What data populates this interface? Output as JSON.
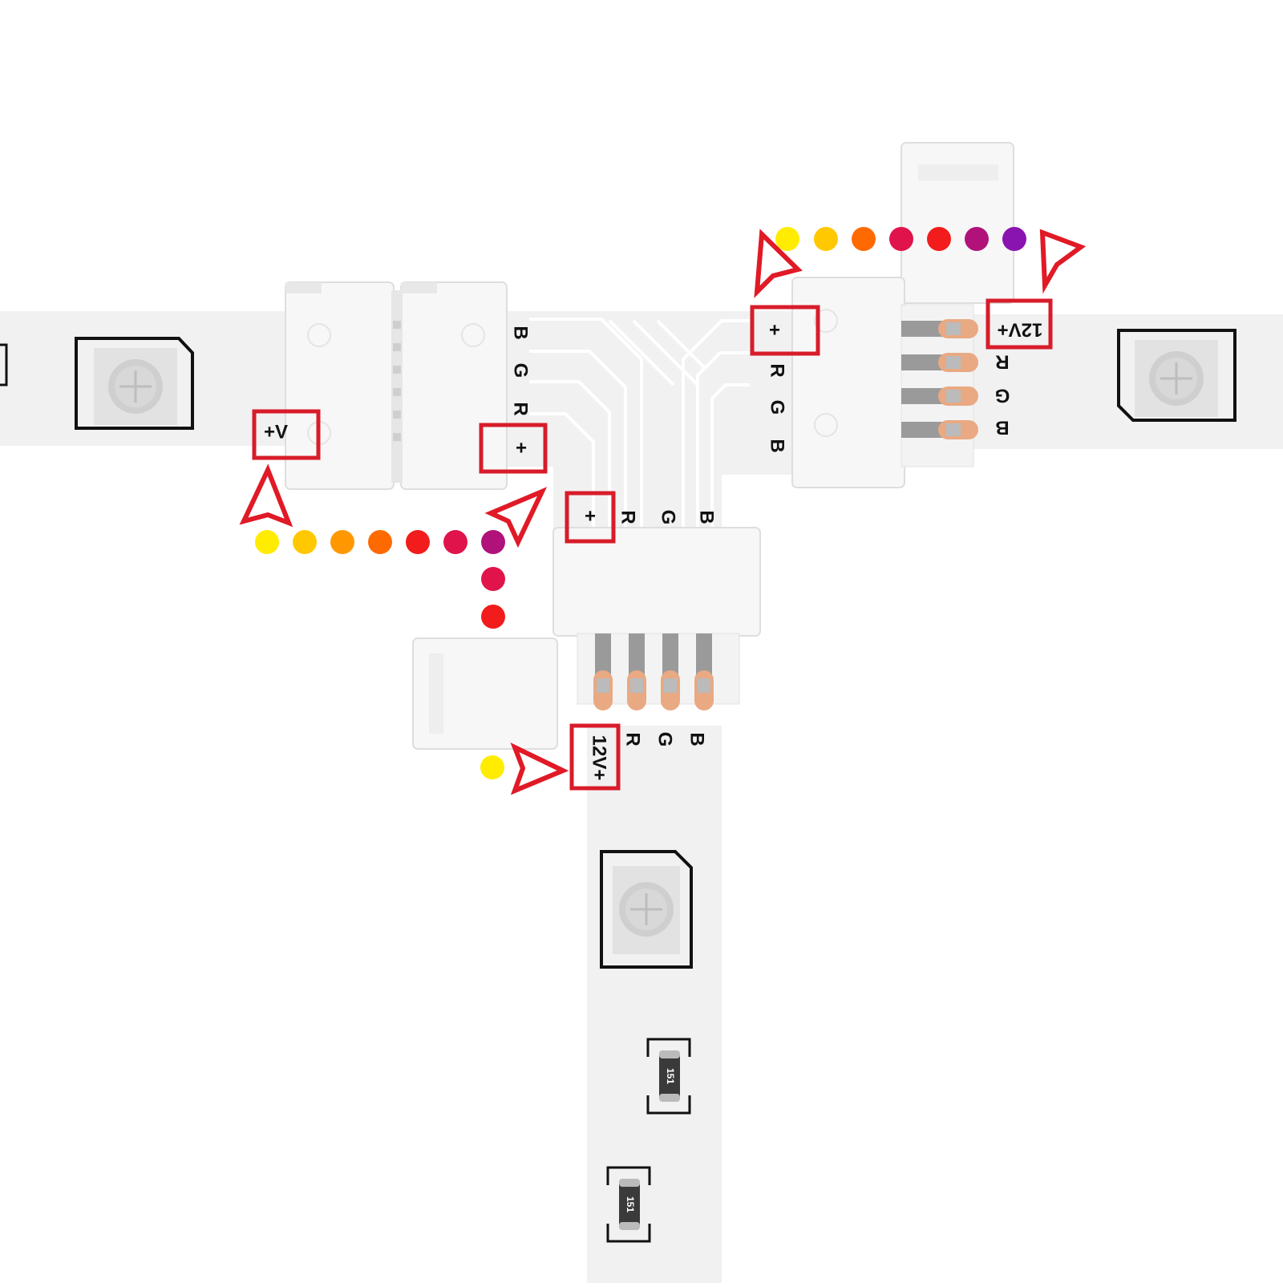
{
  "colors": {
    "strip": "#f1f1f1",
    "connector": "#f7f7f7",
    "highlight_box": "#d81c2a",
    "arrow": "#e01a26",
    "pin_copper": "#e9a982",
    "pin_metal": "#9a9a9a",
    "led_chip": "#d7d7d7",
    "text": "#111111"
  },
  "dot_gradient": [
    "#ffec00",
    "#ffc800",
    "#ff9800",
    "#ff6a00",
    "#f21c1c",
    "#e0134a",
    "#b0127a",
    "#8a14b0"
  ],
  "pcb_labels": {
    "left_arm": [
      "B",
      "G",
      "R",
      "+"
    ],
    "bottom_arm": [
      "+",
      "R",
      "G",
      "B"
    ],
    "right_arm": [
      "+",
      "R",
      "G",
      "B"
    ]
  },
  "right_connector": {
    "power_label": "12V+",
    "pins": [
      "R",
      "G",
      "B"
    ]
  },
  "bottom_connector": {
    "power_label": "12V+",
    "pins": [
      "R",
      "G",
      "B"
    ]
  },
  "left_connector": {
    "power_label": "+V"
  },
  "resistor_label": "151",
  "icons": [
    "led-chip-icon",
    "resistor-icon",
    "arrow-icon",
    "connector-clip-icon"
  ]
}
